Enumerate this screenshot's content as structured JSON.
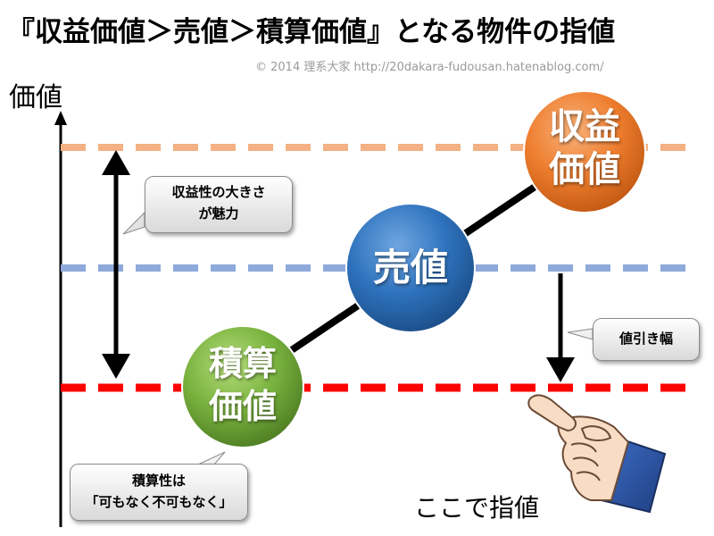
{
  "title": "『収益価値＞売値＞積算価値』となる物件の指値",
  "credit": "© 2014 理系大家 http://20dakara-fudousan.hatenablog.com/",
  "axis_label": "価値",
  "circles": {
    "earning_value": [
      "収益",
      "価値"
    ],
    "sale_price": [
      "売値"
    ],
    "cumulative_value": [
      "積算",
      "価値"
    ]
  },
  "callouts": {
    "earning_appeal": [
      "収益性の大きさ",
      "が魅力"
    ],
    "discount_width": [
      "値引き幅"
    ],
    "cumulative_quality": [
      "積算性は",
      "「可もなく不可もなく」"
    ]
  },
  "bottom_text": "ここで指値",
  "colors": {
    "earning_line": "#f4b183",
    "sale_line": "#8eaadb",
    "cumulative_line": "#ff0000",
    "earning_circle": "#ed7d31",
    "sale_circle": "#2e75b6",
    "cumulative_circle": "#70ad47",
    "cuff": "#2f5597"
  },
  "icons": [
    "pointing-hand-icon",
    "double-arrow-icon",
    "down-arrow-icon"
  ]
}
